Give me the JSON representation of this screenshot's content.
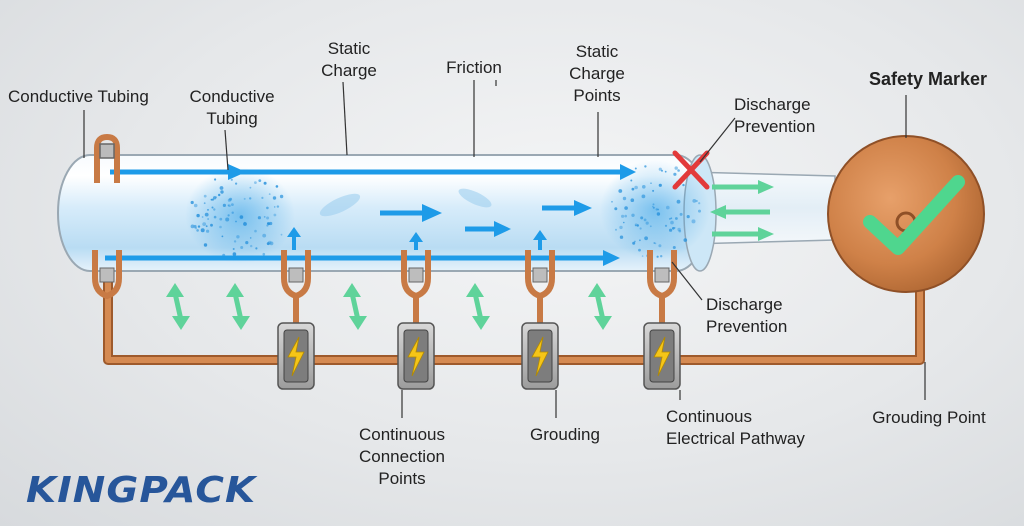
{
  "labels": {
    "conductive_tubing_left": "Conductive Tubing",
    "conductive_tubing_right_l1": "Conductive",
    "conductive_tubing_right_l2": "Tubing",
    "static_charge_l1": "Static",
    "static_charge_l2": "Charge",
    "friction": "Friction",
    "static_charge_points_l1": "Static",
    "static_charge_points_l2": "Charge",
    "static_charge_points_l3": "Points",
    "discharge_prevention_top_l1": "Discharge",
    "discharge_prevention_top_l2": "Prevention",
    "safety_marker": "Safety Marker",
    "discharge_prevention_bottom_l1": "Discharge",
    "discharge_prevention_bottom_l2": "Prevention",
    "continuous_connection_points_l1": "Continuous",
    "continuous_connection_points_l2": "Connection",
    "continuous_connection_points_l3": "Points",
    "grouding": "Grouding",
    "continuous_electrical_pathway_l1": "Continuous",
    "continuous_electrical_pathway_l2": "Electrical Pathway",
    "grouding_point": "Grouding Point"
  },
  "logo": "KINGPACK",
  "icons": {
    "grounding_clamp": "lightning-bolt-icon",
    "safety_marker": "check-mark-icon",
    "discharge_marker": "cross-mark-icon"
  },
  "colors": {
    "copper": "#c87a45",
    "flow_arrow": "#1e9be8",
    "exchange_arrow": "#5fd39a",
    "check": "#4fd68e",
    "cross": "#e23a3a",
    "logo": "#27569a"
  }
}
